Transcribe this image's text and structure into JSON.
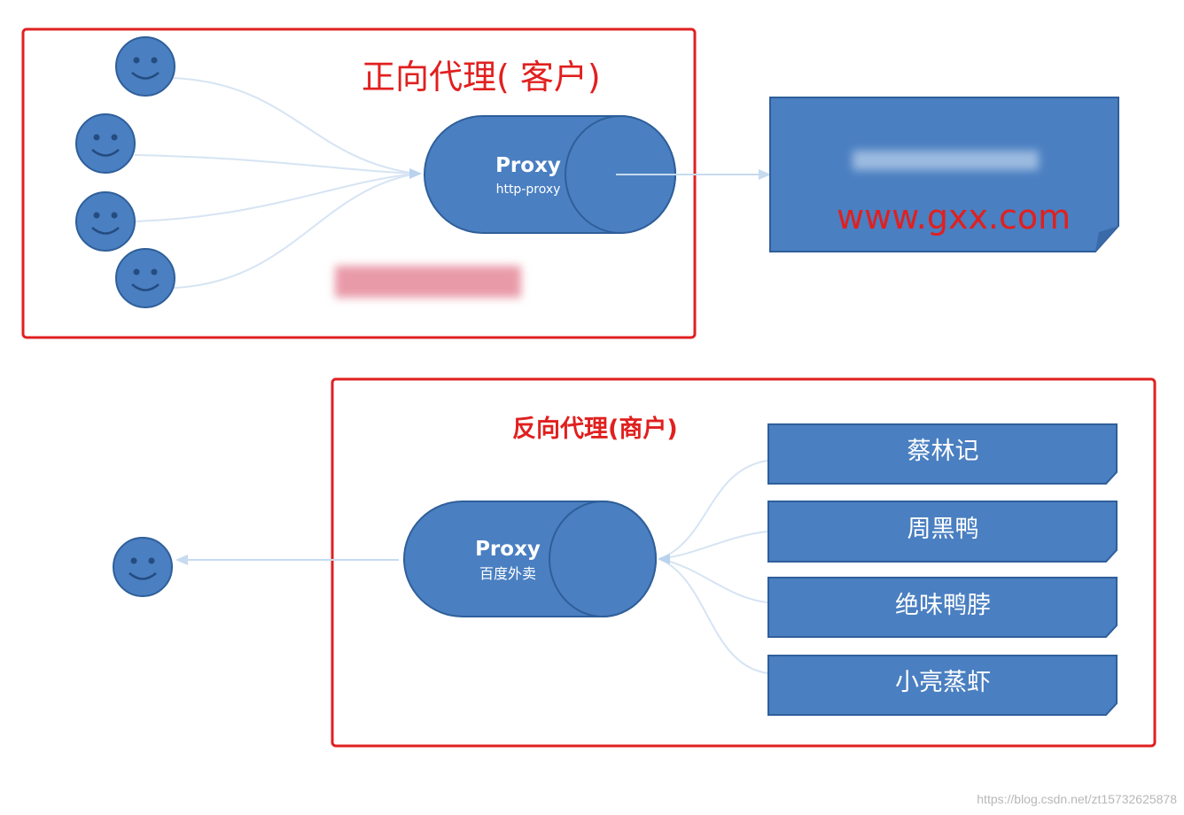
{
  "forward": {
    "title": "正向代理( 客户)",
    "proxy_title": "Proxy",
    "proxy_subtitle": "http-proxy",
    "target_url": "www.gxx.com"
  },
  "reverse": {
    "title": "反向代理(商户)",
    "proxy_title": "Proxy",
    "proxy_subtitle": "百度外卖",
    "shops": [
      "蔡林记",
      "周黑鸭",
      "绝味鸭脖",
      "小亮蒸虾"
    ]
  },
  "watermark": "https://blog.csdn.net/zt15732625878",
  "colors": {
    "node_fill": "#4a7fc1",
    "node_stroke": "#2f5f9a",
    "frame_red": "#e02020",
    "title_red": "#e0201f",
    "arrow": "#b9d3ee"
  },
  "icons": {
    "client": "smiley-face-icon",
    "proxy": "cylinder-icon",
    "server": "folded-document-icon"
  }
}
